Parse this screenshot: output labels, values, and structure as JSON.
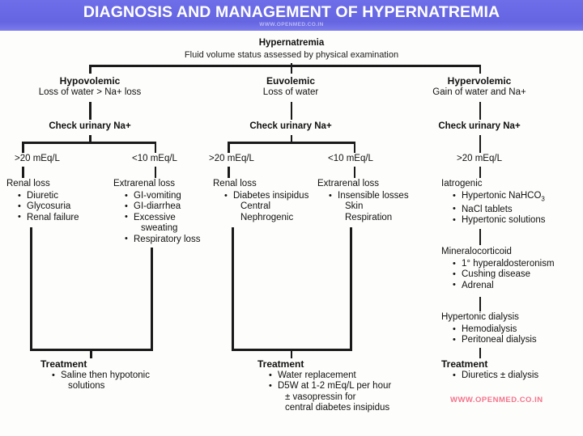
{
  "banner": {
    "title": "DIAGNOSIS AND MANAGEMENT OF HYPERNATREMIA",
    "url": "WWW.OPENMED.CO.IN",
    "bg_color": "#6a6ae6",
    "title_color": "#ffffff"
  },
  "root": {
    "title": "Hypernatremia",
    "subtitle": "Fluid volume status assessed by physical examination"
  },
  "columns": [
    {
      "id": "hypovolemic",
      "title": "Hypovolemic",
      "subtitle": "Loss of water > Na+ loss",
      "check_label": "Check urinary Na+",
      "branches": [
        {
          "threshold": "&gt;20 mEq/L",
          "group_title": "Renal loss",
          "items": [
            "Diuretic",
            "Glycosuria",
            "Renal failure"
          ]
        },
        {
          "threshold": "&lt;10 mEq/L",
          "group_title": "Extrarenal loss",
          "items": [
            "GI-vomiting",
            "GI-diarrhea",
            "Excessive",
            "sweating",
            "Respiratory loss"
          ]
        }
      ],
      "treatment": {
        "title": "Treatment",
        "items": [
          "Saline then hypotonic",
          "solutions"
        ]
      }
    },
    {
      "id": "euvolemic",
      "title": "Euvolemic",
      "subtitle": "Loss of water",
      "check_label": "Check urinary Na+",
      "branches": [
        {
          "threshold": "&gt;20 mEq/L",
          "group_title": "Renal loss",
          "items": [
            "Diabetes insipidus",
            "Central",
            "Nephrogenic"
          ]
        },
        {
          "threshold": "&lt;10 mEq/L",
          "group_title": "Extrarenal loss",
          "items": [
            "Insensible losses",
            "Skin",
            "Respiration"
          ]
        }
      ],
      "treatment": {
        "title": "Treatment",
        "items": [
          "Water replacement",
          "D5W at 1-2 mEq/L per hour",
          "± vasopressin for",
          "central diabetes insipidus"
        ]
      }
    },
    {
      "id": "hypervolemic",
      "title": "Hypervolemic",
      "subtitle": "Gain of water and Na+",
      "check_label": "Check urinary Na+",
      "threshold": "&gt;20 mEq/L",
      "groups": [
        {
          "group_title": "Iatrogenic",
          "items": [
            "Hypertonic NaHCO3",
            "NaCl tablets",
            "Hypertonic solutions"
          ]
        },
        {
          "group_title": "Mineralocorticoid",
          "items": [
            "1° hyperaldosteronism",
            "Cushing disease",
            "Adrenal"
          ]
        },
        {
          "group_title": "Hypertonic dialysis",
          "items": [
            "Hemodialysis",
            "Peritoneal dialysis"
          ]
        }
      ],
      "treatment": {
        "title": "Treatment",
        "items": [
          "Diuretics ± dialysis"
        ]
      }
    }
  ],
  "watermark": {
    "text": "WWW.OPENMED.CO.IN",
    "color": "#f4738b"
  }
}
